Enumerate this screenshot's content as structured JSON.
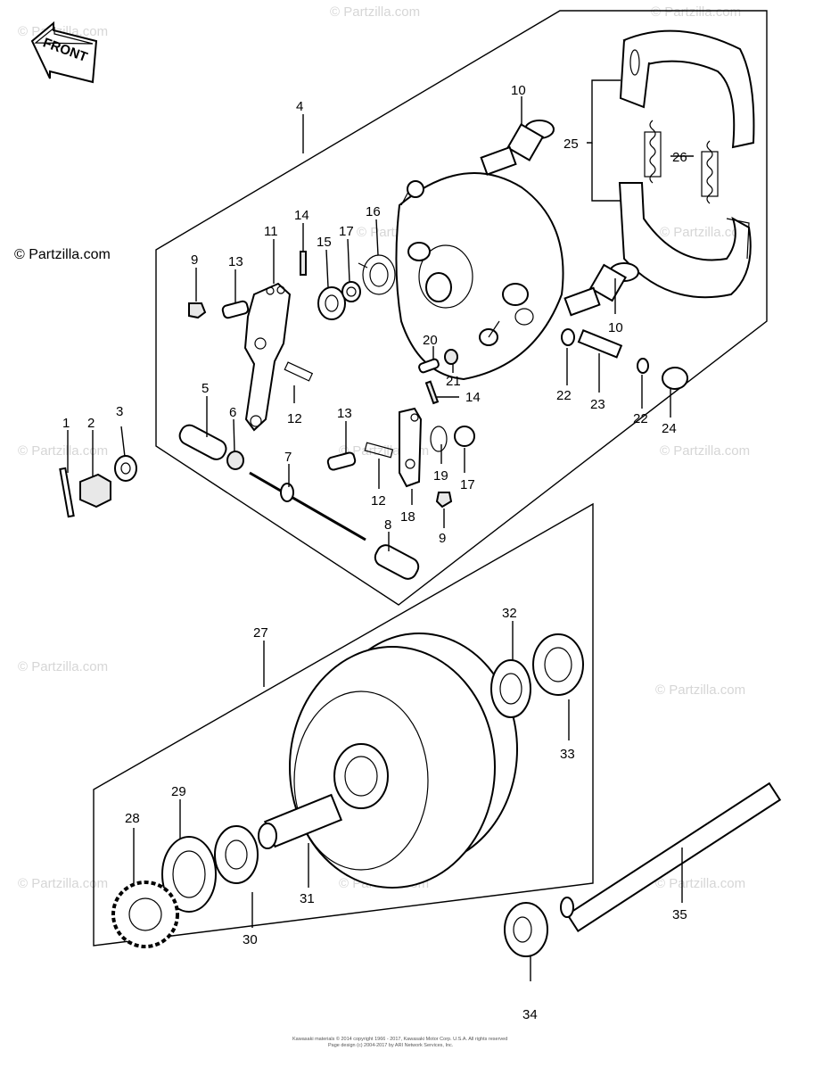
{
  "watermark": {
    "text": "© Partzilla.com"
  },
  "front_label": "FRONT",
  "legal": {
    "line1": "Kawasaki materials © 2014 copyright 1966 - 2017, Kawasaki Motor Corp. U.S.A. All rights reserved",
    "line2": "Page design (c) 2004-2017 by ARI Network Services, Inc."
  },
  "callouts": [
    {
      "id": "1",
      "label": "1"
    },
    {
      "id": "2",
      "label": "2"
    },
    {
      "id": "3",
      "label": "3"
    },
    {
      "id": "4",
      "label": "4"
    },
    {
      "id": "5",
      "label": "5"
    },
    {
      "id": "6",
      "label": "6"
    },
    {
      "id": "7",
      "label": "7"
    },
    {
      "id": "8",
      "label": "8"
    },
    {
      "id": "9a",
      "label": "9"
    },
    {
      "id": "9b",
      "label": "9"
    },
    {
      "id": "10a",
      "label": "10"
    },
    {
      "id": "10b",
      "label": "10"
    },
    {
      "id": "11",
      "label": "11"
    },
    {
      "id": "12a",
      "label": "12"
    },
    {
      "id": "12b",
      "label": "12"
    },
    {
      "id": "13a",
      "label": "13"
    },
    {
      "id": "13b",
      "label": "13"
    },
    {
      "id": "14a",
      "label": "14"
    },
    {
      "id": "14b",
      "label": "14"
    },
    {
      "id": "15",
      "label": "15"
    },
    {
      "id": "16",
      "label": "16"
    },
    {
      "id": "17a",
      "label": "17"
    },
    {
      "id": "17b",
      "label": "17"
    },
    {
      "id": "18",
      "label": "18"
    },
    {
      "id": "19",
      "label": "19"
    },
    {
      "id": "20",
      "label": "20"
    },
    {
      "id": "21",
      "label": "21"
    },
    {
      "id": "22a",
      "label": "22"
    },
    {
      "id": "22b",
      "label": "22"
    },
    {
      "id": "23",
      "label": "23"
    },
    {
      "id": "24",
      "label": "24"
    },
    {
      "id": "25",
      "label": "25"
    },
    {
      "id": "26",
      "label": "26"
    },
    {
      "id": "27",
      "label": "27"
    },
    {
      "id": "28",
      "label": "28"
    },
    {
      "id": "29",
      "label": "29"
    },
    {
      "id": "30",
      "label": "30"
    },
    {
      "id": "31",
      "label": "31"
    },
    {
      "id": "32",
      "label": "32"
    },
    {
      "id": "33",
      "label": "33"
    },
    {
      "id": "34",
      "label": "34"
    },
    {
      "id": "35",
      "label": "35"
    }
  ]
}
